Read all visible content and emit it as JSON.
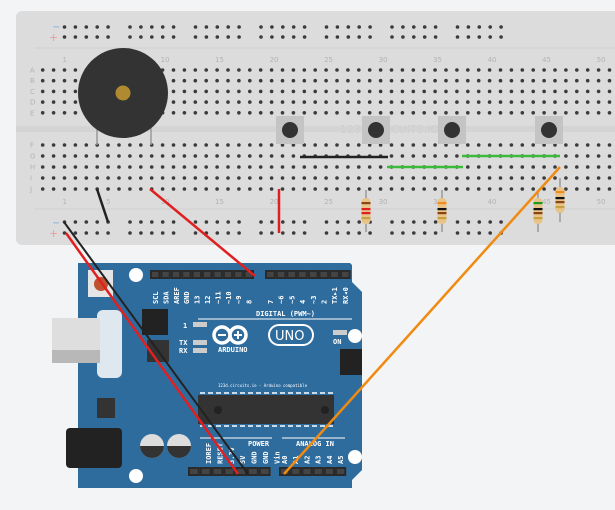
{
  "breadboard": {
    "watermark": "123D CIRCUITS.IO",
    "rail_minus": "−",
    "rail_plus": "+",
    "row_labels_top": [
      "A",
      "B",
      "C",
      "D",
      "E"
    ],
    "row_labels_bottom": [
      "F",
      "G",
      "H",
      "I",
      "J"
    ],
    "column_numbers": [
      "1",
      "5",
      "10",
      "15",
      "20",
      "25",
      "30",
      "35",
      "40",
      "45",
      "50"
    ],
    "colors": {
      "board": "#dcdcdc",
      "hole": "#3a3a3a",
      "minus": "#7ab0e0",
      "plus": "#f29a9a"
    }
  },
  "components": {
    "buzzer": {
      "name": "piezo-buzzer",
      "body_color": "#333333",
      "center_color": "#b08a30"
    },
    "pushbuttons": 4,
    "resistors": [
      {
        "bands": [
          "#8b4513",
          "#e0201e",
          "#e0201e",
          "#c8a040"
        ]
      },
      {
        "bands": [
          "#f28c1a",
          "#111111",
          "#8b4513",
          "#c8a040"
        ]
      },
      {
        "bands": [
          "#1a9a1a",
          "#111111",
          "#8b4513",
          "#c8a040"
        ]
      },
      {
        "bands": [
          "#f28c1a",
          "#111111",
          "#8b4513",
          "#c8a040"
        ]
      }
    ]
  },
  "wires": {
    "red": "#e02020",
    "black": "#222222",
    "green": "#3cba3c",
    "orange": "#f08a10"
  },
  "arduino": {
    "board_color": "#2f6c9e",
    "digital_label": "DIGITAL (PWM~)",
    "digital_pins": [
      "SCL",
      "SDA",
      "AREF",
      "GND",
      "13",
      "12",
      "~11",
      "~10",
      "~9",
      "8",
      "7",
      "~6",
      "~5",
      "4",
      "~3",
      "2",
      "TX▸1",
      "RX◂0"
    ],
    "led_labels": [
      "1",
      "TX",
      "RX"
    ],
    "on_label": "ON",
    "brand": "ARDUINO",
    "model": "UNO",
    "compat_text": "123d.circuits.io - Arduino compatible",
    "power_label": "POWER",
    "power_pins": [
      "IOREF",
      "RESET",
      "3.3V",
      "5V",
      "GND",
      "GND",
      "Vin"
    ],
    "analog_label": "ANALOG IN",
    "analog_pins": [
      "A0",
      "A1",
      "A2",
      "A3",
      "A4",
      "A5"
    ]
  }
}
